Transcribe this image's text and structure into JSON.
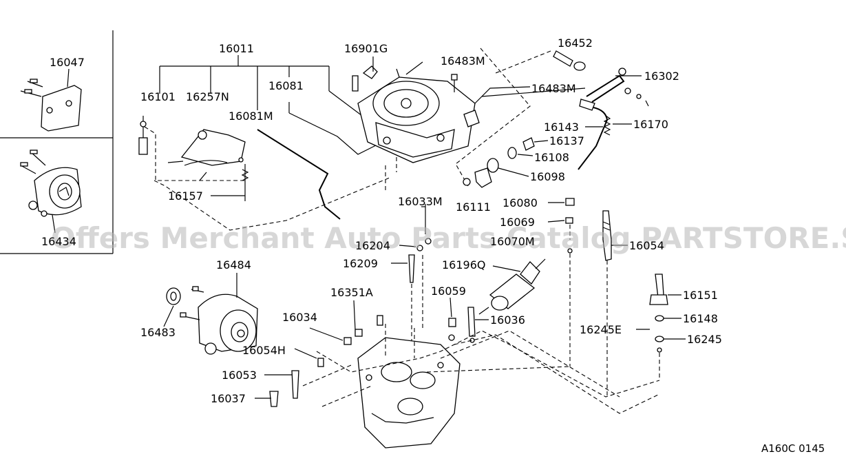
{
  "diagram": {
    "code": "A160C 0145",
    "watermark": "Offers Merchant Auto Parts Catalog PARTSTORE.SA",
    "parts": {
      "p16047": "16047",
      "p16434": "16434",
      "p16011": "16011",
      "p16101": "16101",
      "p16257N": "16257N",
      "p16081": "16081",
      "p16081M": "16081M",
      "p16157": "16157",
      "p16901G": "16901G",
      "p16483M_a": "16483M",
      "p16483M_b": "16483M",
      "p16452": "16452",
      "p16302": "16302",
      "p16143": "16143",
      "p16170": "16170",
      "p16137": "16137",
      "p16108": "16108",
      "p16098": "16098",
      "p16111": "16111",
      "p16033M": "16033M",
      "p16080": "16080",
      "p16069": "16069",
      "p16070": "16070M",
      "p16054": "16054",
      "p16204": "16204",
      "p16209": "16209",
      "p16196Q": "16196Q",
      "p16484": "16484",
      "p16483": "16483",
      "p16351A": "16351A",
      "p16059": "16059",
      "p16036": "16036",
      "p16034": "16034",
      "p16054H": "16054H",
      "p16053": "16053",
      "p16037": "16037",
      "p16151": "16151",
      "p16148": "16148",
      "p16245E": "16245E",
      "p16245": "16245"
    }
  }
}
